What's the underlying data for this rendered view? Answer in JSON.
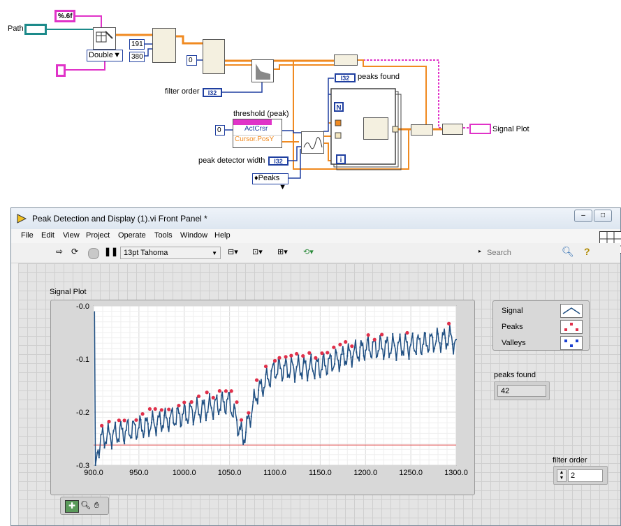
{
  "block_diagram": {
    "path_label": "Path",
    "format_constant": "%.6f",
    "type_selector": "Double",
    "const_191": "191",
    "const_380": "380",
    "const_0_a": "0",
    "const_0_b": "0",
    "filter_order_label": "filter order",
    "threshold_label": "threshold (peak)",
    "threshold_item1": "ActCrsr",
    "threshold_item2": "Cursor.PosY",
    "peak_width_label": "peak detector width",
    "peaks_selector": "Peaks",
    "peaks_found_label": "peaks found",
    "signal_plot_label": "Signal Plot",
    "i32_tag": "I32",
    "loop_n": "N",
    "loop_i": "i"
  },
  "window": {
    "title": "Peak Detection and Display (1).vi Front Panel *",
    "menu": [
      "File",
      "Edit",
      "View",
      "Project",
      "Operate",
      "Tools",
      "Window",
      "Help"
    ],
    "font_selector": "13pt Tahoma",
    "search_placeholder": "Search"
  },
  "front_panel": {
    "graph_label": "Signal Plot",
    "legend": [
      "Signal",
      "Peaks",
      "Valleys"
    ],
    "peaks_found_label": "peaks found",
    "peaks_found_value": "42",
    "filter_order_label": "filter order",
    "filter_order_value": "2"
  },
  "colors": {
    "signal": "#1f4f82",
    "peaks": "#e0304a",
    "valleys": "#1a3fd0",
    "threshold": "#e05050"
  },
  "chart_data": {
    "type": "line",
    "title": "Signal Plot",
    "xlim": [
      900,
      1300
    ],
    "ylim": [
      -0.3,
      0.0
    ],
    "x_ticks": [
      "900.0",
      "950.0",
      "1000.0",
      "1050.0",
      "1100.0",
      "1150.0",
      "1200.0",
      "1250.0",
      "1300.0"
    ],
    "y_ticks": [
      "-0.0",
      "-0.1",
      "-0.2",
      "-0.3"
    ],
    "threshold": -0.262,
    "series": [
      {
        "name": "Signal"
      },
      {
        "name": "Peaks"
      },
      {
        "name": "Valleys"
      }
    ],
    "signal_trend": [
      [
        901,
        -0.01
      ],
      [
        902,
        -0.3
      ],
      [
        905,
        -0.265
      ],
      [
        910,
        -0.248
      ],
      [
        960,
        -0.225
      ],
      [
        1000,
        -0.205
      ],
      [
        1050,
        -0.18
      ],
      [
        1065,
        -0.25
      ],
      [
        1080,
        -0.165
      ],
      [
        1100,
        -0.12
      ],
      [
        1150,
        -0.115
      ],
      [
        1200,
        -0.08
      ],
      [
        1250,
        -0.075
      ],
      [
        1295,
        -0.06
      ],
      [
        1300,
        -0.075
      ]
    ],
    "peaks_x": [
      909,
      917,
      928,
      934,
      947,
      954,
      962,
      968,
      975,
      983,
      994,
      1000,
      1008,
      1016,
      1025,
      1032,
      1039,
      1046,
      1052,
      1058,
      1063,
      1071,
      1080,
      1090,
      1100,
      1105,
      1112,
      1118,
      1124,
      1131,
      1138,
      1145,
      1152,
      1158,
      1165,
      1172,
      1178,
      1185,
      1203,
      1210,
      1218,
      1246,
      1292
    ]
  }
}
